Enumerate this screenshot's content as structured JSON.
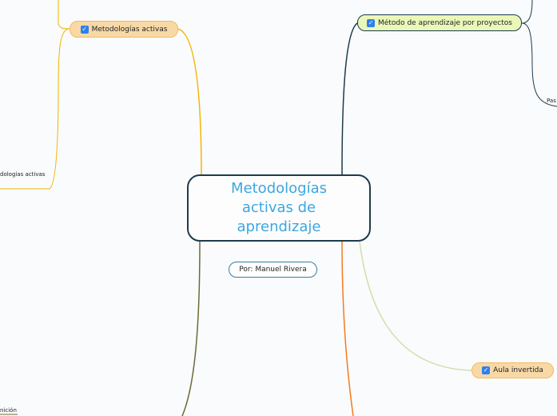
{
  "central": {
    "title": "Metodologías activas de aprendizaje"
  },
  "author": {
    "label": "Por: Manuel Rivera"
  },
  "branches": {
    "left_top": "Metodologías activas",
    "right_top": "Método de aprendizaje por proyectos",
    "right_bottom": "Aula invertida"
  },
  "fragments": {
    "left_mid": "dologías activas",
    "right_top_sub": "Pas",
    "left_bottom": "nición"
  },
  "colors": {
    "orange_branch": "#f4b400",
    "navy_branch": "#1d3b4e",
    "olive_branch": "#6b6b3a",
    "green_branch": "#cfe0a8",
    "accent_text": "#3ba7e0"
  }
}
